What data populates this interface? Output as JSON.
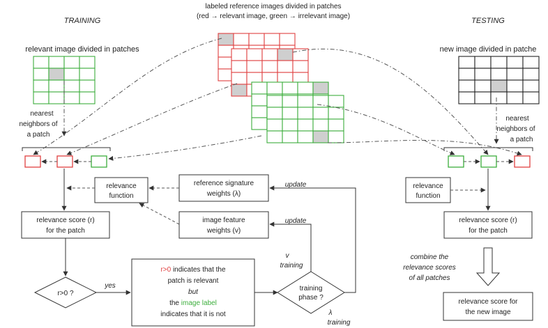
{
  "colors": {
    "relevant": "#e04040",
    "irrelevant": "#3cae3c",
    "neutral": "#222222",
    "highlight": "#cfcfcf"
  },
  "sections": {
    "training": "TRAINING",
    "testing": "TESTING"
  },
  "reference": {
    "title": "labeled reference images divided in patches",
    "subtitle": "(red → relevant image, green → irrelevant image)"
  },
  "training": {
    "image_label": "relevant image divided in patches",
    "neighbors_label": [
      "nearest",
      "neighbors of",
      "a patch"
    ],
    "relevance_function": [
      "relevance",
      "function"
    ],
    "reference_weights": [
      "reference signature",
      "weights (λ)"
    ],
    "feature_weights": [
      "image feature",
      "weights (v)"
    ],
    "update_label_1": "update",
    "update_label_2": "update",
    "score_box": [
      "relevance score (r)",
      "for the patch"
    ],
    "decision": "r>0 ?",
    "yes_label": "yes",
    "explanation": {
      "l1_a": "r>0",
      "l1_b": " indicates that the",
      "l2": "patch is relevant",
      "l3": "but",
      "l4_a": "the ",
      "l4_b": "image label",
      "l5": "indicates that it is not"
    },
    "phase_decision": [
      "training",
      "phase ?"
    ],
    "v_training": [
      "v",
      "training"
    ],
    "lambda_training": [
      "λ",
      "training"
    ]
  },
  "testing": {
    "image_label": "new image divided in patche",
    "neighbors_label": [
      "nearest",
      "neighbors of",
      "a patch"
    ],
    "relevance_function": [
      "relevance",
      "function"
    ],
    "score_box": [
      "relevance score (r)",
      "for the patch"
    ],
    "combine_label": [
      "combine the",
      "relevance scores",
      "of all patches"
    ],
    "final_box": [
      "relevance score for",
      "the new image"
    ]
  }
}
